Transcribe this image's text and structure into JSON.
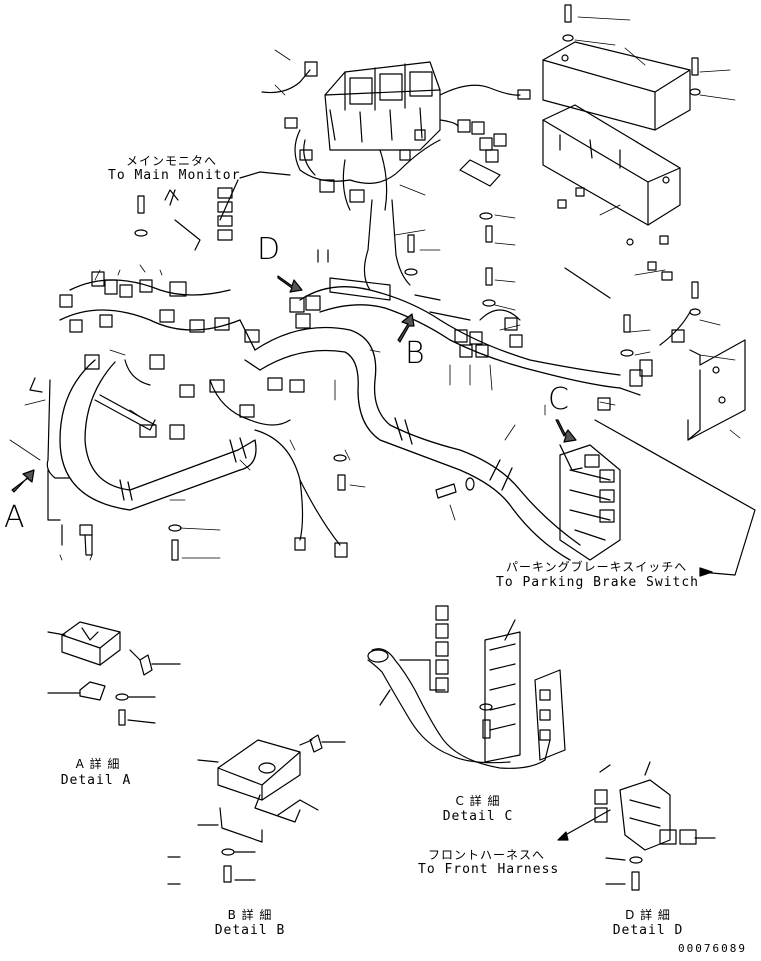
{
  "callouts": {
    "a": "A",
    "b": "B",
    "c": "C",
    "d": "D"
  },
  "labels": {
    "main_monitor_jp": "メインモニタへ",
    "main_monitor_en": "To Main Monitor",
    "parking_jp": "パーキングブレーキスイッチへ",
    "parking_en": "To Parking Brake Switch",
    "front_harness_jp": "フロントハーネスへ",
    "front_harness_en": "To Front Harness"
  },
  "details": {
    "a_jp": "A 詳 細",
    "a_en": "Detail A",
    "b_jp": "B 詳 細",
    "b_en": "Detail B",
    "c_jp": "C 詳 細",
    "c_en": "Detail C",
    "d_jp": "D 詳 細",
    "d_en": "Detail D"
  },
  "document_number": "00076089"
}
